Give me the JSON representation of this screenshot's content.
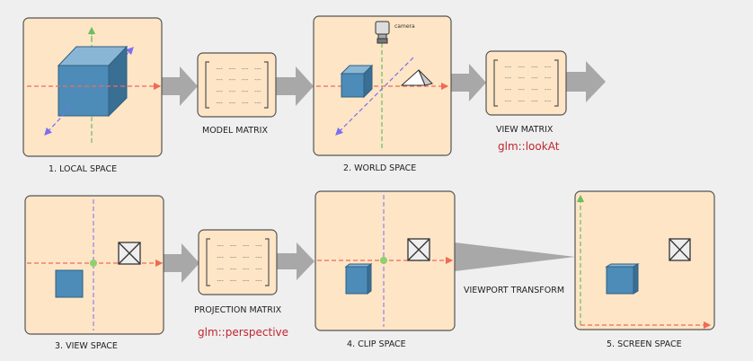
{
  "stages": {
    "local_space": "1. LOCAL SPACE",
    "world_space": "2. WORLD SPACE",
    "view_space": "3. VIEW SPACE",
    "clip_space": "4. CLIP SPACE",
    "screen_space": "5. SCREEN SPACE"
  },
  "transforms": {
    "model_matrix": "MODEL MATRIX",
    "view_matrix": "VIEW MATRIX",
    "view_fn": "glm::lookAt",
    "projection_matrix": "PROJECTION MATRIX",
    "projection_fn": "glm::perspective",
    "viewport": "VIEWPORT TRANSFORM"
  },
  "camera_label": "camera",
  "colors": {
    "background": "#efefef",
    "panel": "#fde5c6",
    "x_axis": "#ef6b55",
    "y_axis": "#6abf5e",
    "z_axis": "#7a6ff0",
    "cube": "#4d8cb8",
    "arrow": "#a8a8a8",
    "function_text": "#c0262e"
  },
  "matrix_cell": "---"
}
